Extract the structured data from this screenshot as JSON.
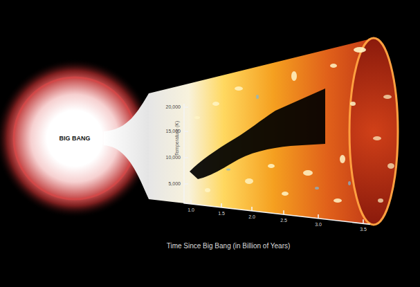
{
  "diagram": {
    "nodes": [
      {
        "text": [
          "BIG BANG"
        ]
      }
    ],
    "labels": [
      "Temperature (K)",
      "20,000",
      "15,000",
      "10,000",
      "5,000",
      "1.0",
      "1.5",
      "2.0",
      "2.5",
      "3.0",
      "3.5",
      "Time Since Big Bang (in Billion of Years)"
    ]
  }
}
